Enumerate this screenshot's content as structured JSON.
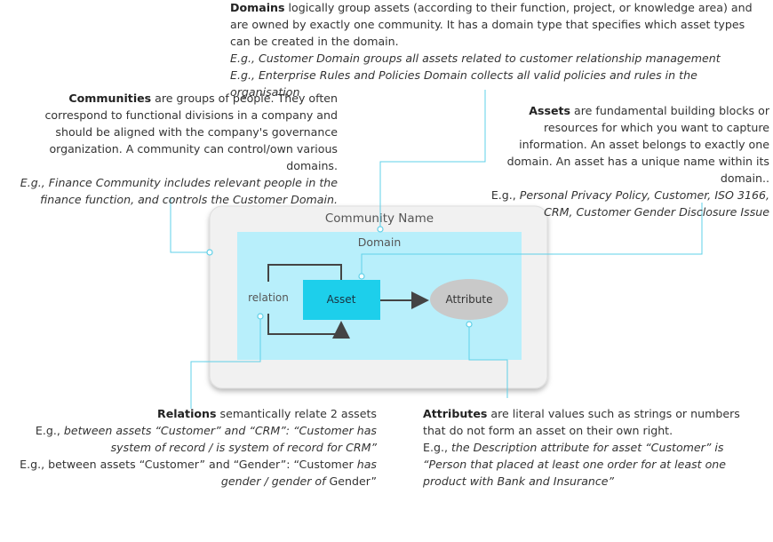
{
  "domains_note": {
    "title": "Domains",
    "text": " logically group assets (according to their function, project, or knowledge area) and are owned by exactly one community. It has a domain type that specifies which asset types can be created in the domain.",
    "example1": "E.g., Customer Domain groups all assets related to customer relationship management",
    "example2": "E.g.,  Enterprise Rules and Policies Domain collects all valid policies and rules in the organisation"
  },
  "communities_note": {
    "title": "Communities",
    "text": " are groups of people. They often correspond to functional divisions in a company and should be aligned with the company's governance organization. A community can control/own various domains.",
    "example": "E.g., Finance Community includes relevant people in the finance function, and controls the Customer Domain."
  },
  "assets_note": {
    "title": "Assets",
    "text": " are fundamental building blocks or resources for which you want to capture information. An asset belongs to exactly one domain. An asset has a unique name within its domain..",
    "example_prefix": "E.g., ",
    "example": "Personal Privacy Policy, Customer,  ISO 3166, CRM, Customer Gender Disclosure Issue"
  },
  "relations_note": {
    "title": "Relations",
    "text": " semantically relate 2 assets",
    "example1_prefix": "E.g., ",
    "example1": "between assets “Customer” and “CRM”: “Customer has system of record / is system of record for CRM”",
    "example2_a": "E.g., between assets “Customer” and “Gender”: “Customer ",
    "example2_b": "has gender / gender of",
    "example2_c": " Gender”"
  },
  "attributes_note": {
    "title": "Attributes",
    "text": " are literal values such as strings or numbers that do not form an asset on their own right.",
    "example_prefix": "E.g., ",
    "example": "the Description attribute for asset “Customer” is “Person that placed at least one order for at least one product with Bank and Insurance”"
  },
  "diagram": {
    "community_label": "Community Name",
    "domain_label": "Domain",
    "asset_label": "Asset",
    "attribute_label": "Attribute",
    "relation_label": "relation"
  },
  "colors": {
    "community_box": "#f1f1f1",
    "domain_box": "#b8effb",
    "asset_box": "#1dcfeb",
    "attribute_ellipse": "#c9c9c9",
    "callout_line": "#5fd0e8",
    "arrow": "#444444"
  }
}
